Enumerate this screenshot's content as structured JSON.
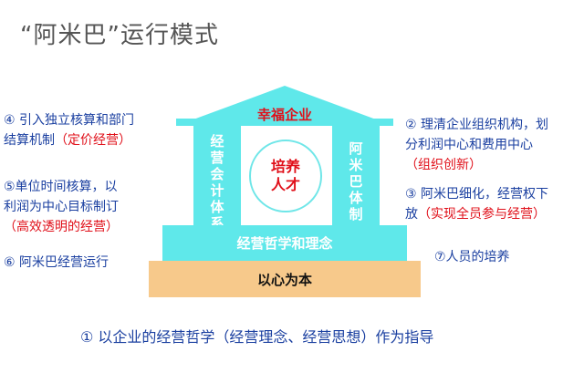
{
  "title": "“阿米巴”运行模式",
  "colors": {
    "cyan": "#5fe8ea",
    "base": "#f7c98b",
    "blue": "#1a3fa0",
    "red": "#e0101a"
  },
  "house": {
    "roof_label": "幸福企业",
    "left_pillar": "经营会计体系",
    "right_pillar": "阿米巴体制",
    "center_line1": "培养",
    "center_line2": "人才",
    "platform": "经营哲学和理念",
    "base": "以心为本"
  },
  "left_notes": {
    "n4_line1": "④ 引入独立核算和部门",
    "n4_line2": "结算机制",
    "n4_emph": "（定价经营）",
    "n5_line1": "⑤单位时间核算，以",
    "n5_line2": "利润为中心目标制订",
    "n5_emph": "（高效透明的经营）",
    "n6": "⑥ 阿米巴经营运行"
  },
  "right_notes": {
    "n2_line1": "② 理清企业组织机构，划",
    "n2_line2": "分利润中心和费用中心",
    "n2_emph": "（组织创新）",
    "n3_line1": "③ 阿米巴细化，经营权下",
    "n3_line2_prefix": "放",
    "n3_emph": "（实现全员参与经营）",
    "n7": "⑦人员的培养"
  },
  "bottom": "①   以企业的经营哲学（经营理念、经营思想）作为指导"
}
